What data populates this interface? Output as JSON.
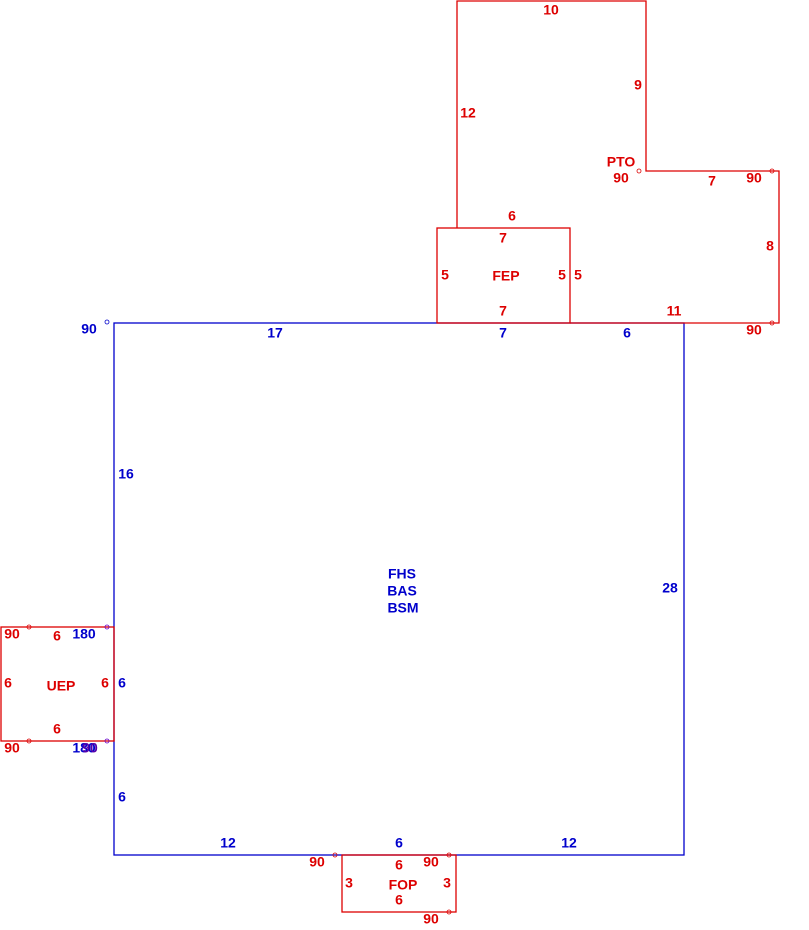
{
  "colors": {
    "main_area": "#0000cc",
    "sub_area": "#dd0000",
    "shared_edge": "#5500aa"
  },
  "main": {
    "codes": [
      "FHS",
      "BAS",
      "BSM"
    ],
    "dims": {
      "top_left": "17",
      "top_mid": "7",
      "top_right": "6",
      "left_upper": "16",
      "left_mid": "6",
      "left_lower": "6",
      "right": "28",
      "bottom_left": "12",
      "bottom_mid": "6",
      "bottom_right": "12"
    },
    "angles": {
      "top_left": "90",
      "uep_top": "180",
      "uep_bottom": "180"
    }
  },
  "fep": {
    "code": "FEP",
    "dims": {
      "top_outer": "6",
      "top_inner": "7",
      "left": "5",
      "right_inner": "5",
      "right_outer": "5",
      "bottom": "7"
    }
  },
  "pto": {
    "code": "PTO",
    "dims": {
      "top": "10",
      "right_upper": "9",
      "left": "12",
      "step": "7",
      "right_lower": "8",
      "bottom": "11"
    },
    "angles": {
      "inner": "90",
      "step_corner": "90",
      "bottom_corner": "90"
    }
  },
  "uep": {
    "code": "UEP",
    "dims": {
      "top": "6",
      "left": "6",
      "right": "6",
      "bottom": "6"
    },
    "angles": {
      "top_left": "90",
      "bottom_left": "90",
      "bottom_right_overlay": "90"
    }
  },
  "fop": {
    "code": "FOP",
    "dims": {
      "top": "6",
      "left": "3",
      "right": "3",
      "bottom": "6"
    },
    "angles": {
      "top_left": "90",
      "top_right": "90",
      "bottom_right": "90"
    }
  }
}
